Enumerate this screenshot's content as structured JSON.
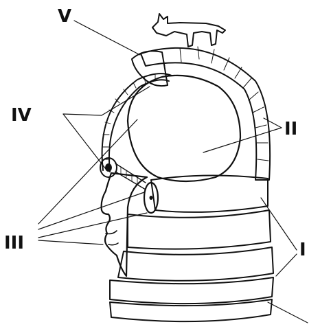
{
  "figure": {
    "labels": {
      "I": "I",
      "II": "II",
      "III": "III",
      "IV": "IV",
      "V": "V"
    },
    "colors": {
      "ink": "#111111",
      "background": "#ffffff"
    }
  }
}
